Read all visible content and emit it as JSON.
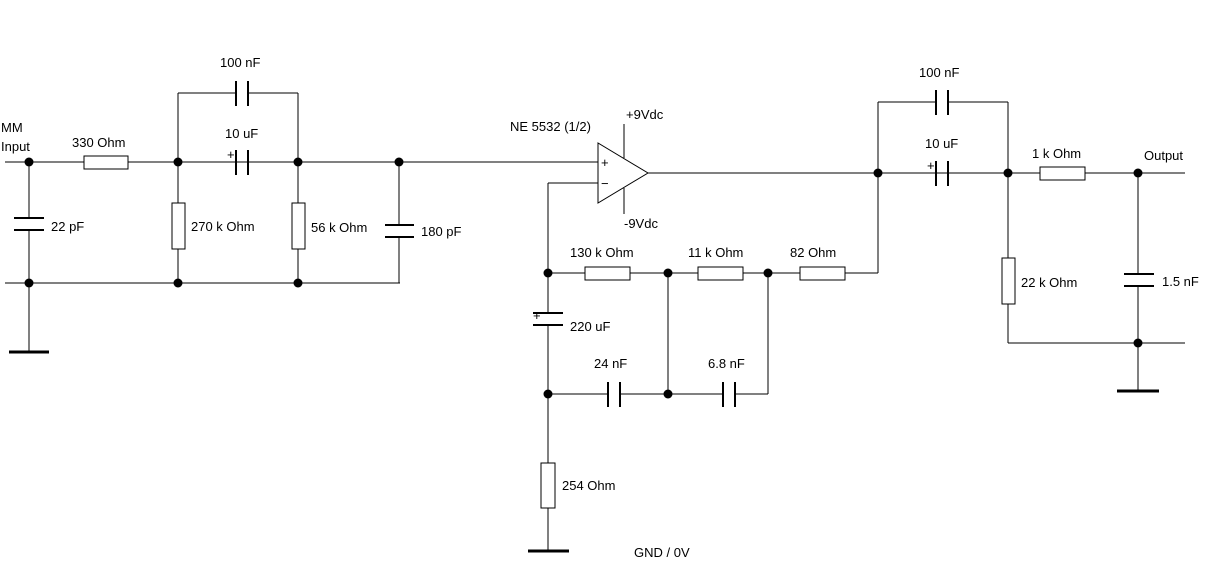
{
  "labels": {
    "mm_input_1": "MM",
    "mm_input_2": "Input",
    "output": "Output",
    "supply_pos": "+9Vdc",
    "supply_neg": "-9Vdc",
    "opamp": "NE 5532 (1/2)",
    "gnd": "GND / 0V",
    "opamp_plus": "+",
    "opamp_minus": "−",
    "polarity": "+"
  },
  "components": {
    "r_330": "330  Ohm",
    "c_22pf": "22 pF",
    "c_100nf_a": "100 nF",
    "c_10uf_a": "10 uF",
    "r_270k": "270 k Ohm",
    "r_56k": "56 k Ohm",
    "c_180pf": "180 pF",
    "r_130k": "130 k Ohm",
    "r_11k": "11 k Ohm",
    "r_82": "82  Ohm",
    "c_220uf": "220 uF",
    "c_24nf": "24 nF",
    "c_6n8": "6.8 nF",
    "r_254": "254  Ohm",
    "c_100nf_b": "100 nF",
    "c_10uf_b": "10 uF",
    "r_1k": "1 k Ohm",
    "r_22k": "22 k Ohm",
    "c_1n5": "1.5 nF"
  }
}
